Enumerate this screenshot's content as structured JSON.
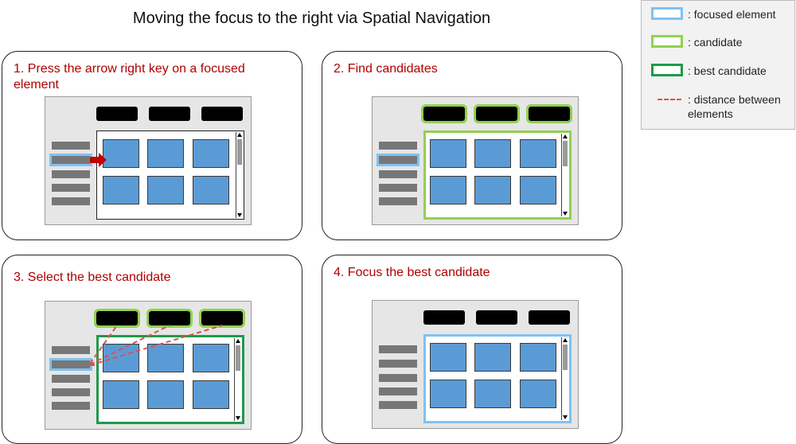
{
  "title": "Moving the focus to the right via Spatial Navigation",
  "panels": [
    {
      "step": "1. Press the arrow right key on a focused element"
    },
    {
      "step": "2. Find candidates"
    },
    {
      "step": "3. Select the best candidate"
    },
    {
      "step": "4. Focus the best candidate"
    }
  ],
  "legend": {
    "focused": ": focused element",
    "candidate": ": candidate",
    "best": ": best candidate",
    "distance": ": distance between elements"
  },
  "colors": {
    "focused": "#7fc1f2",
    "candidate": "#92d050",
    "best": "#1f9a4a",
    "distance": "#d9534f",
    "arrow": "#c00000",
    "tile": "#5b9bd5"
  },
  "icons": [
    "arrow-right-icon"
  ]
}
